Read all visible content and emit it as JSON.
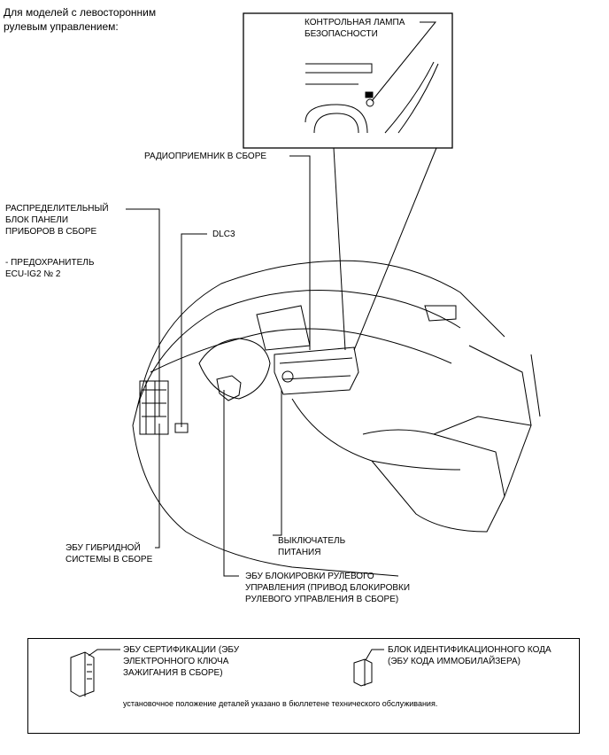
{
  "header": {
    "caption": "Для моделей с левосторонним\nрулевым управлением:"
  },
  "labels": {
    "security_lamp": "КОНТРОЛЬНАЯ ЛАМПА\nБЕЗОПАСНОСТИ",
    "radio": "РАДИОПРИЕМНИК В СБОРЕ",
    "junction_block": "РАСПРЕДЕЛИТЕЛЬНЫЙ\nБЛОК ПАНЕЛИ\nПРИБОРОВ В СБОРЕ",
    "fuse": "- ПРЕДОХРАНИТЕЛЬ\nECU-IG2 № 2",
    "dlc3": "DLC3",
    "hybrid_ecu": "ЭБУ ГИБРИДНОЙ\nСИСТЕМЫ В СБОРЕ",
    "power_switch": "ВЫКЛЮЧАТЕЛЬ\nПИТАНИЯ",
    "steering_lock_ecu": "ЭБУ БЛОКИРОВКИ РУЛЕВОГО\nУПРАВЛЕНИЯ (ПРИВОД БЛОКИРОВКИ\nРУЛЕВОГО УПРАВЛЕНИЯ В СБОРЕ)"
  },
  "legend": {
    "certification_ecu": "ЭБУ СЕРТИФИКАЦИИ (ЭБУ\nЭЛЕКТРОННОГО КЛЮЧА\nЗАЖИГАНИЯ В СБОРЕ)",
    "id_code_box": "БЛОК ИДЕНТИФИКАЦИОННОГО КОДА\n(ЭБУ КОДА ИММОБИЛАЙЗЕРА)",
    "note": "установочное положение деталей указано в бюллетене технического обслуживания."
  }
}
